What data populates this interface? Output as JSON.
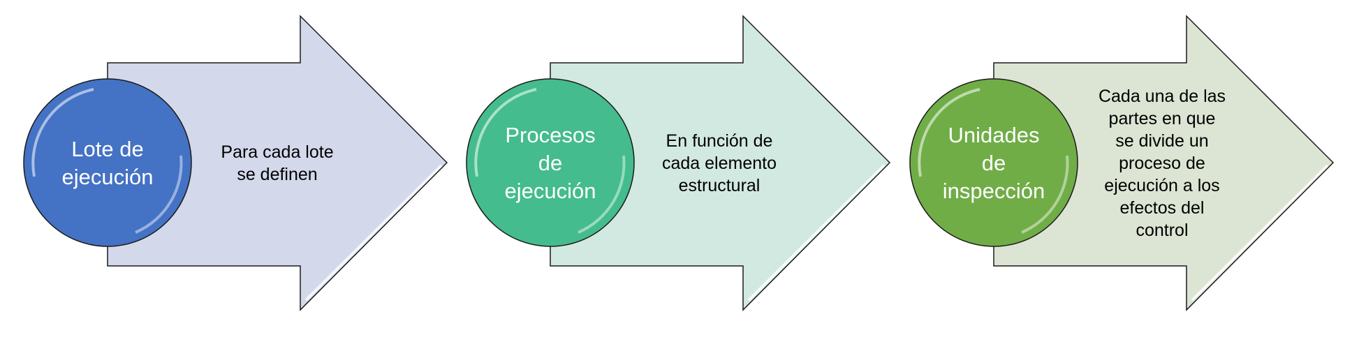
{
  "steps": [
    {
      "title_lines": [
        "Lote de",
        "ejecución"
      ],
      "desc_lines": [
        "Para cada lote",
        "se definen"
      ],
      "circle_color": "#4472C4",
      "arrow_color": "#D3D8EA"
    },
    {
      "title_lines": [
        "Procesos",
        "de",
        "ejecución"
      ],
      "desc_lines": [
        "En función de",
        "cada elemento",
        "estructural"
      ],
      "circle_color": "#44BC8D",
      "arrow_color": "#D2E9E2"
    },
    {
      "title_lines": [
        "Unidades",
        "de",
        "inspección"
      ],
      "desc_lines": [
        "Cada una de las",
        "partes en que",
        "se divide un",
        "proceso de",
        "ejecución a los",
        "efectos del",
        "control"
      ],
      "circle_color": "#70AD47",
      "arrow_color": "#DCE5D3"
    }
  ]
}
